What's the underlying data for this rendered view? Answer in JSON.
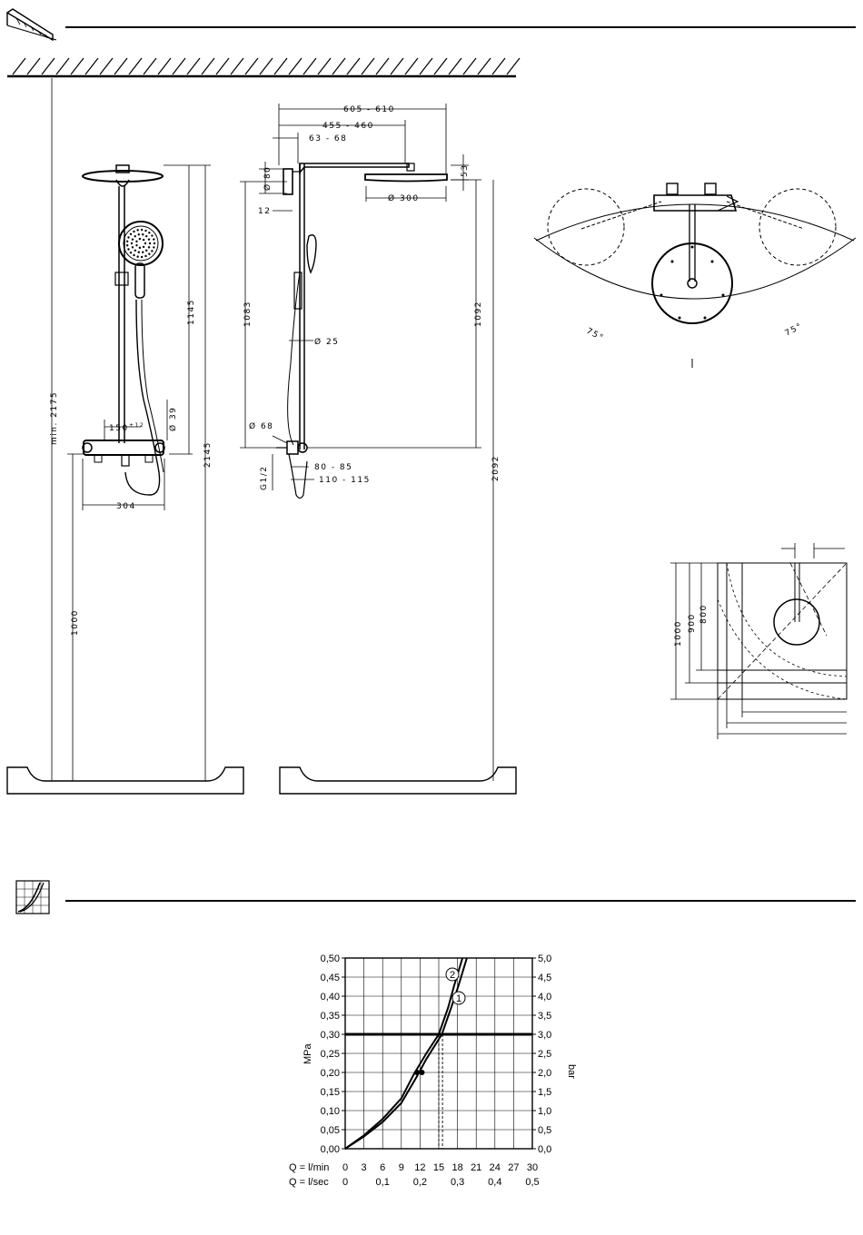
{
  "section_top": {
    "dims_front": {
      "min_height": "min. 2175",
      "total_height": "2145",
      "upper_height": "1145",
      "mount_height": "1000",
      "spread": "304",
      "center": "150",
      "tolerance": "±12",
      "dia": "Ø 39"
    },
    "dims_side": {
      "arm_total": "605 - 610",
      "arm_reach": "455 - 460",
      "offset": "63 - 68",
      "dia80": "Ø 80",
      "h53": "53",
      "head_dia": "Ø 300",
      "d12": "12",
      "h1083": "1083",
      "h1092": "1092",
      "h2092": "2092",
      "bar_dia": "Ø 25",
      "dia68": "Ø 68",
      "thread": "G1/2",
      "proj1": "80 - 85",
      "proj2": "110 - 115"
    },
    "dims_plan": {
      "angle_left": "75°",
      "angle_right": "75°"
    },
    "dims_corner": {
      "h1000": "1000",
      "h900": "900",
      "h800": "800"
    }
  },
  "chart_data": {
    "type": "line",
    "x_label_top": "Q = l/min",
    "x_label_bottom": "Q = l/sec",
    "x_ticks_lmin": [
      "0",
      "3",
      "6",
      "9",
      "12",
      "15",
      "18",
      "21",
      "24",
      "27",
      "30"
    ],
    "x_ticks_lsec": [
      "0",
      "0,1",
      "0,2",
      "0,3",
      "0,4",
      "0,5"
    ],
    "y_left_label": "MPa",
    "y_right_label": "bar",
    "y_left_ticks": [
      "0,00",
      "0,05",
      "0,10",
      "0,15",
      "0,20",
      "0,25",
      "0,30",
      "0,35",
      "0,40",
      "0,45",
      "0,50"
    ],
    "y_right_ticks": [
      "0,0",
      "0,5",
      "1,0",
      "1,5",
      "2,0",
      "2,5",
      "3,0",
      "3,5",
      "4,0",
      "4,5",
      "5,0"
    ],
    "xlim": [
      0,
      30
    ],
    "ylim": [
      0,
      0.5
    ],
    "reference_line_mpa": 0.3,
    "series": [
      {
        "name": "1",
        "x": [
          0,
          3,
          6,
          9,
          11.5,
          13,
          15.5,
          17,
          18.2,
          19.5
        ],
        "y": [
          0,
          0.032,
          0.07,
          0.12,
          0.19,
          0.235,
          0.3,
          0.37,
          0.43,
          0.5
        ]
      },
      {
        "name": "2",
        "x": [
          0,
          3,
          6,
          9,
          11,
          13,
          15,
          16.5,
          17.5,
          18.8
        ],
        "y": [
          0,
          0.035,
          0.078,
          0.132,
          0.195,
          0.25,
          0.3,
          0.37,
          0.43,
          0.5
        ]
      }
    ],
    "markers": [
      {
        "x": 11.5,
        "y": 0.2
      },
      {
        "x": 12.3,
        "y": 0.2
      }
    ],
    "dashed_at_03": [
      {
        "x": 15.0
      },
      {
        "x": 15.6
      }
    ],
    "grid": true
  }
}
